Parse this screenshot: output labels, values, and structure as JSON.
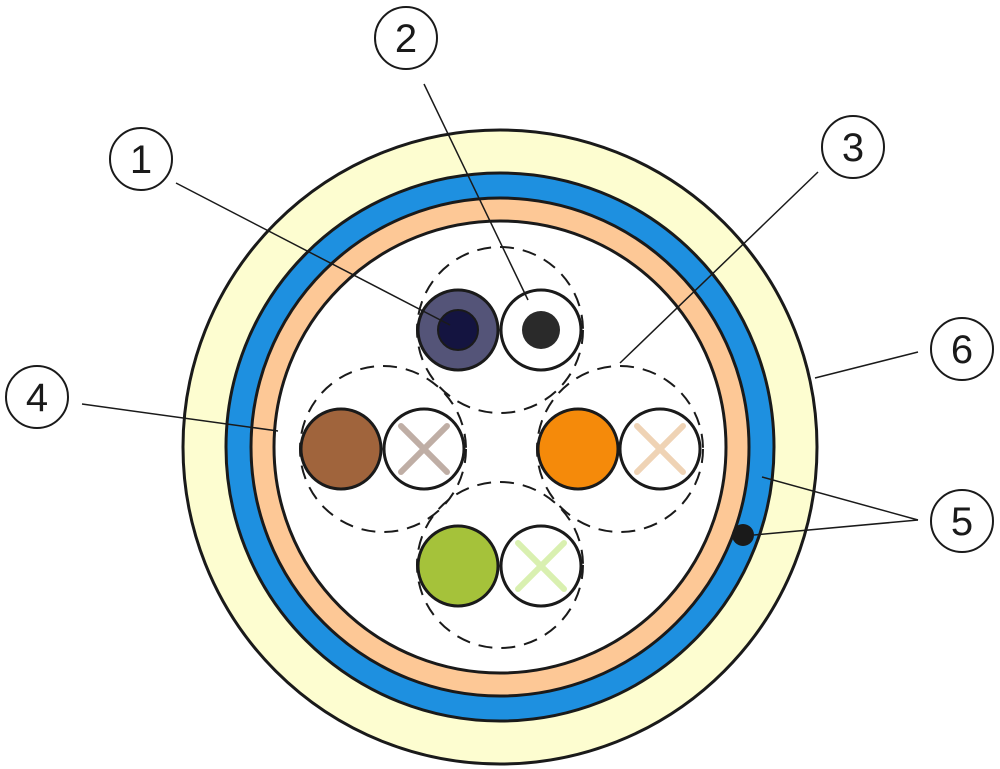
{
  "callouts": [
    {
      "id": "1",
      "label": "1"
    },
    {
      "id": "2",
      "label": "2"
    },
    {
      "id": "3",
      "label": "3"
    },
    {
      "id": "4",
      "label": "4"
    },
    {
      "id": "5",
      "label": "5"
    },
    {
      "id": "6",
      "label": "6"
    }
  ],
  "colors": {
    "outer_jacket": "#fdfdd0",
    "shield": "#1e90e0",
    "inner_wrap": "#fdc896",
    "pair_blue": "#545478",
    "pair_blue_core": "#141440",
    "pair_brown": "#a0643c",
    "pair_brown_stripe": "#bfaea5",
    "pair_orange": "#f58a0a",
    "pair_orange_stripe": "#efd3b5",
    "pair_green": "#a5c23a",
    "pair_green_stripe": "#d9f0b0",
    "drain_wire": "#1a1a1a",
    "outline": "#1a1a1a"
  }
}
